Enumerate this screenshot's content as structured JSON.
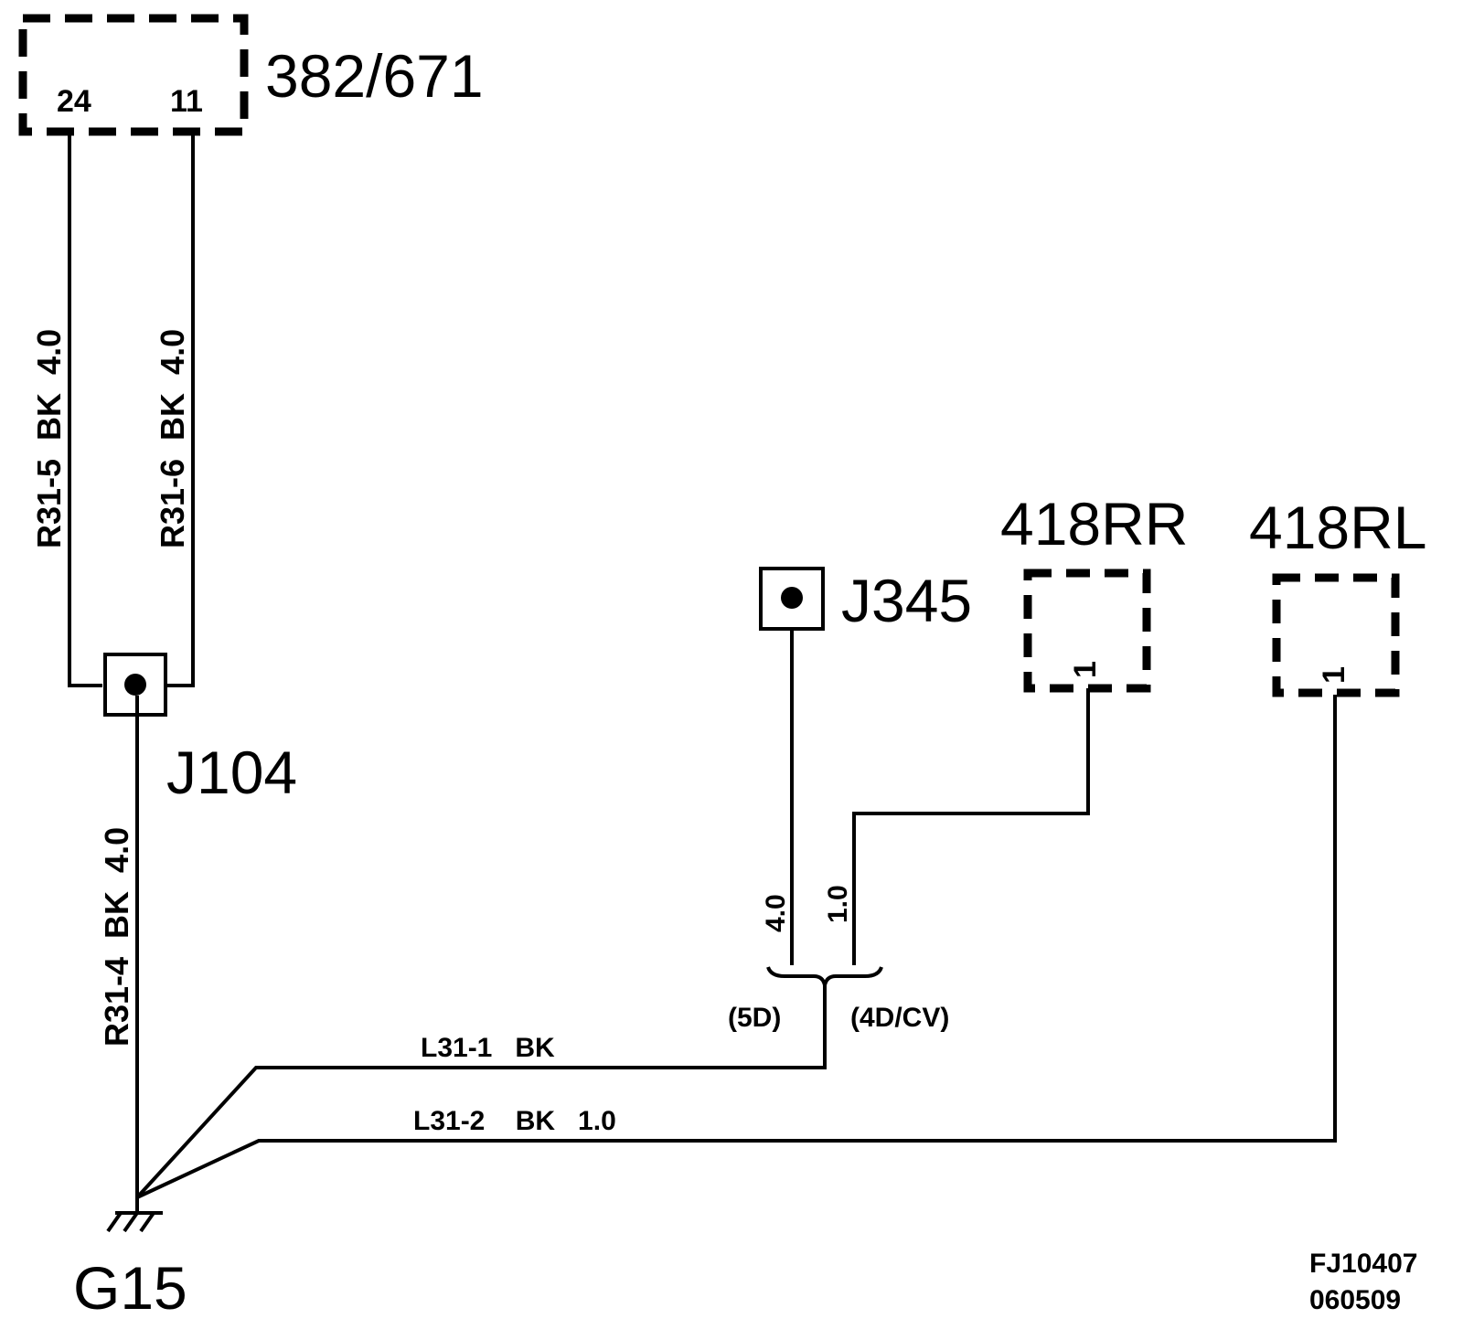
{
  "components": {
    "module": {
      "label": "382/671",
      "pin_a": "24",
      "pin_b": "11"
    },
    "splice_j104": {
      "label": "J104"
    },
    "splice_j345": {
      "label": "J345"
    },
    "conn_418rr": {
      "label": "418RR",
      "pin": "1"
    },
    "conn_418rl": {
      "label": "418RL",
      "pin": "1"
    },
    "ground": {
      "label": "G15"
    }
  },
  "wires": {
    "r31_5": "R31-5  BK  4.0",
    "r31_6": "R31-6  BK  4.0",
    "r31_4": "R31-4  BK  4.0",
    "l31_1": "L31-1   BK",
    "l31_2": "L31-2    BK   1.0",
    "size_5d": "4.0",
    "size_4d": "1.0"
  },
  "variants": {
    "left": "(5D)",
    "right": "(4D/CV)"
  },
  "footer": {
    "code": "FJ10407",
    "date": "060509"
  }
}
